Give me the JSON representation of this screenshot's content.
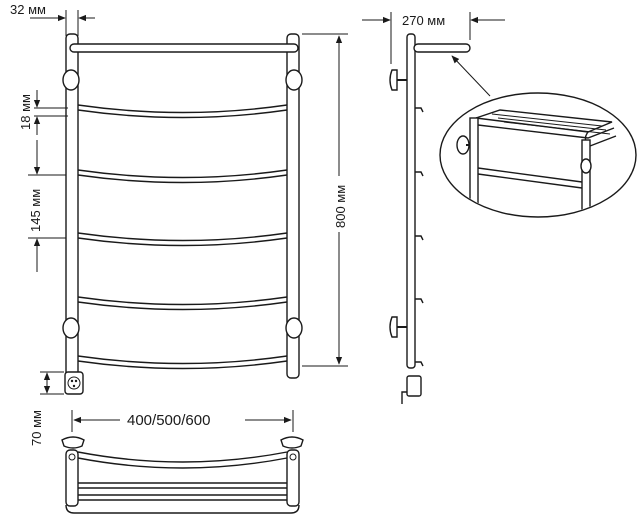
{
  "labels": {
    "rail_diameter": "32 мм",
    "depth": "270 мм",
    "pipe_diameter": "18 мм",
    "spacing": "145 мм",
    "height": "800 мм",
    "bottom_offset": "70 мм",
    "width": "400/500/600"
  },
  "colors": {
    "line": "#1a1a1a",
    "background": "#ffffff"
  }
}
